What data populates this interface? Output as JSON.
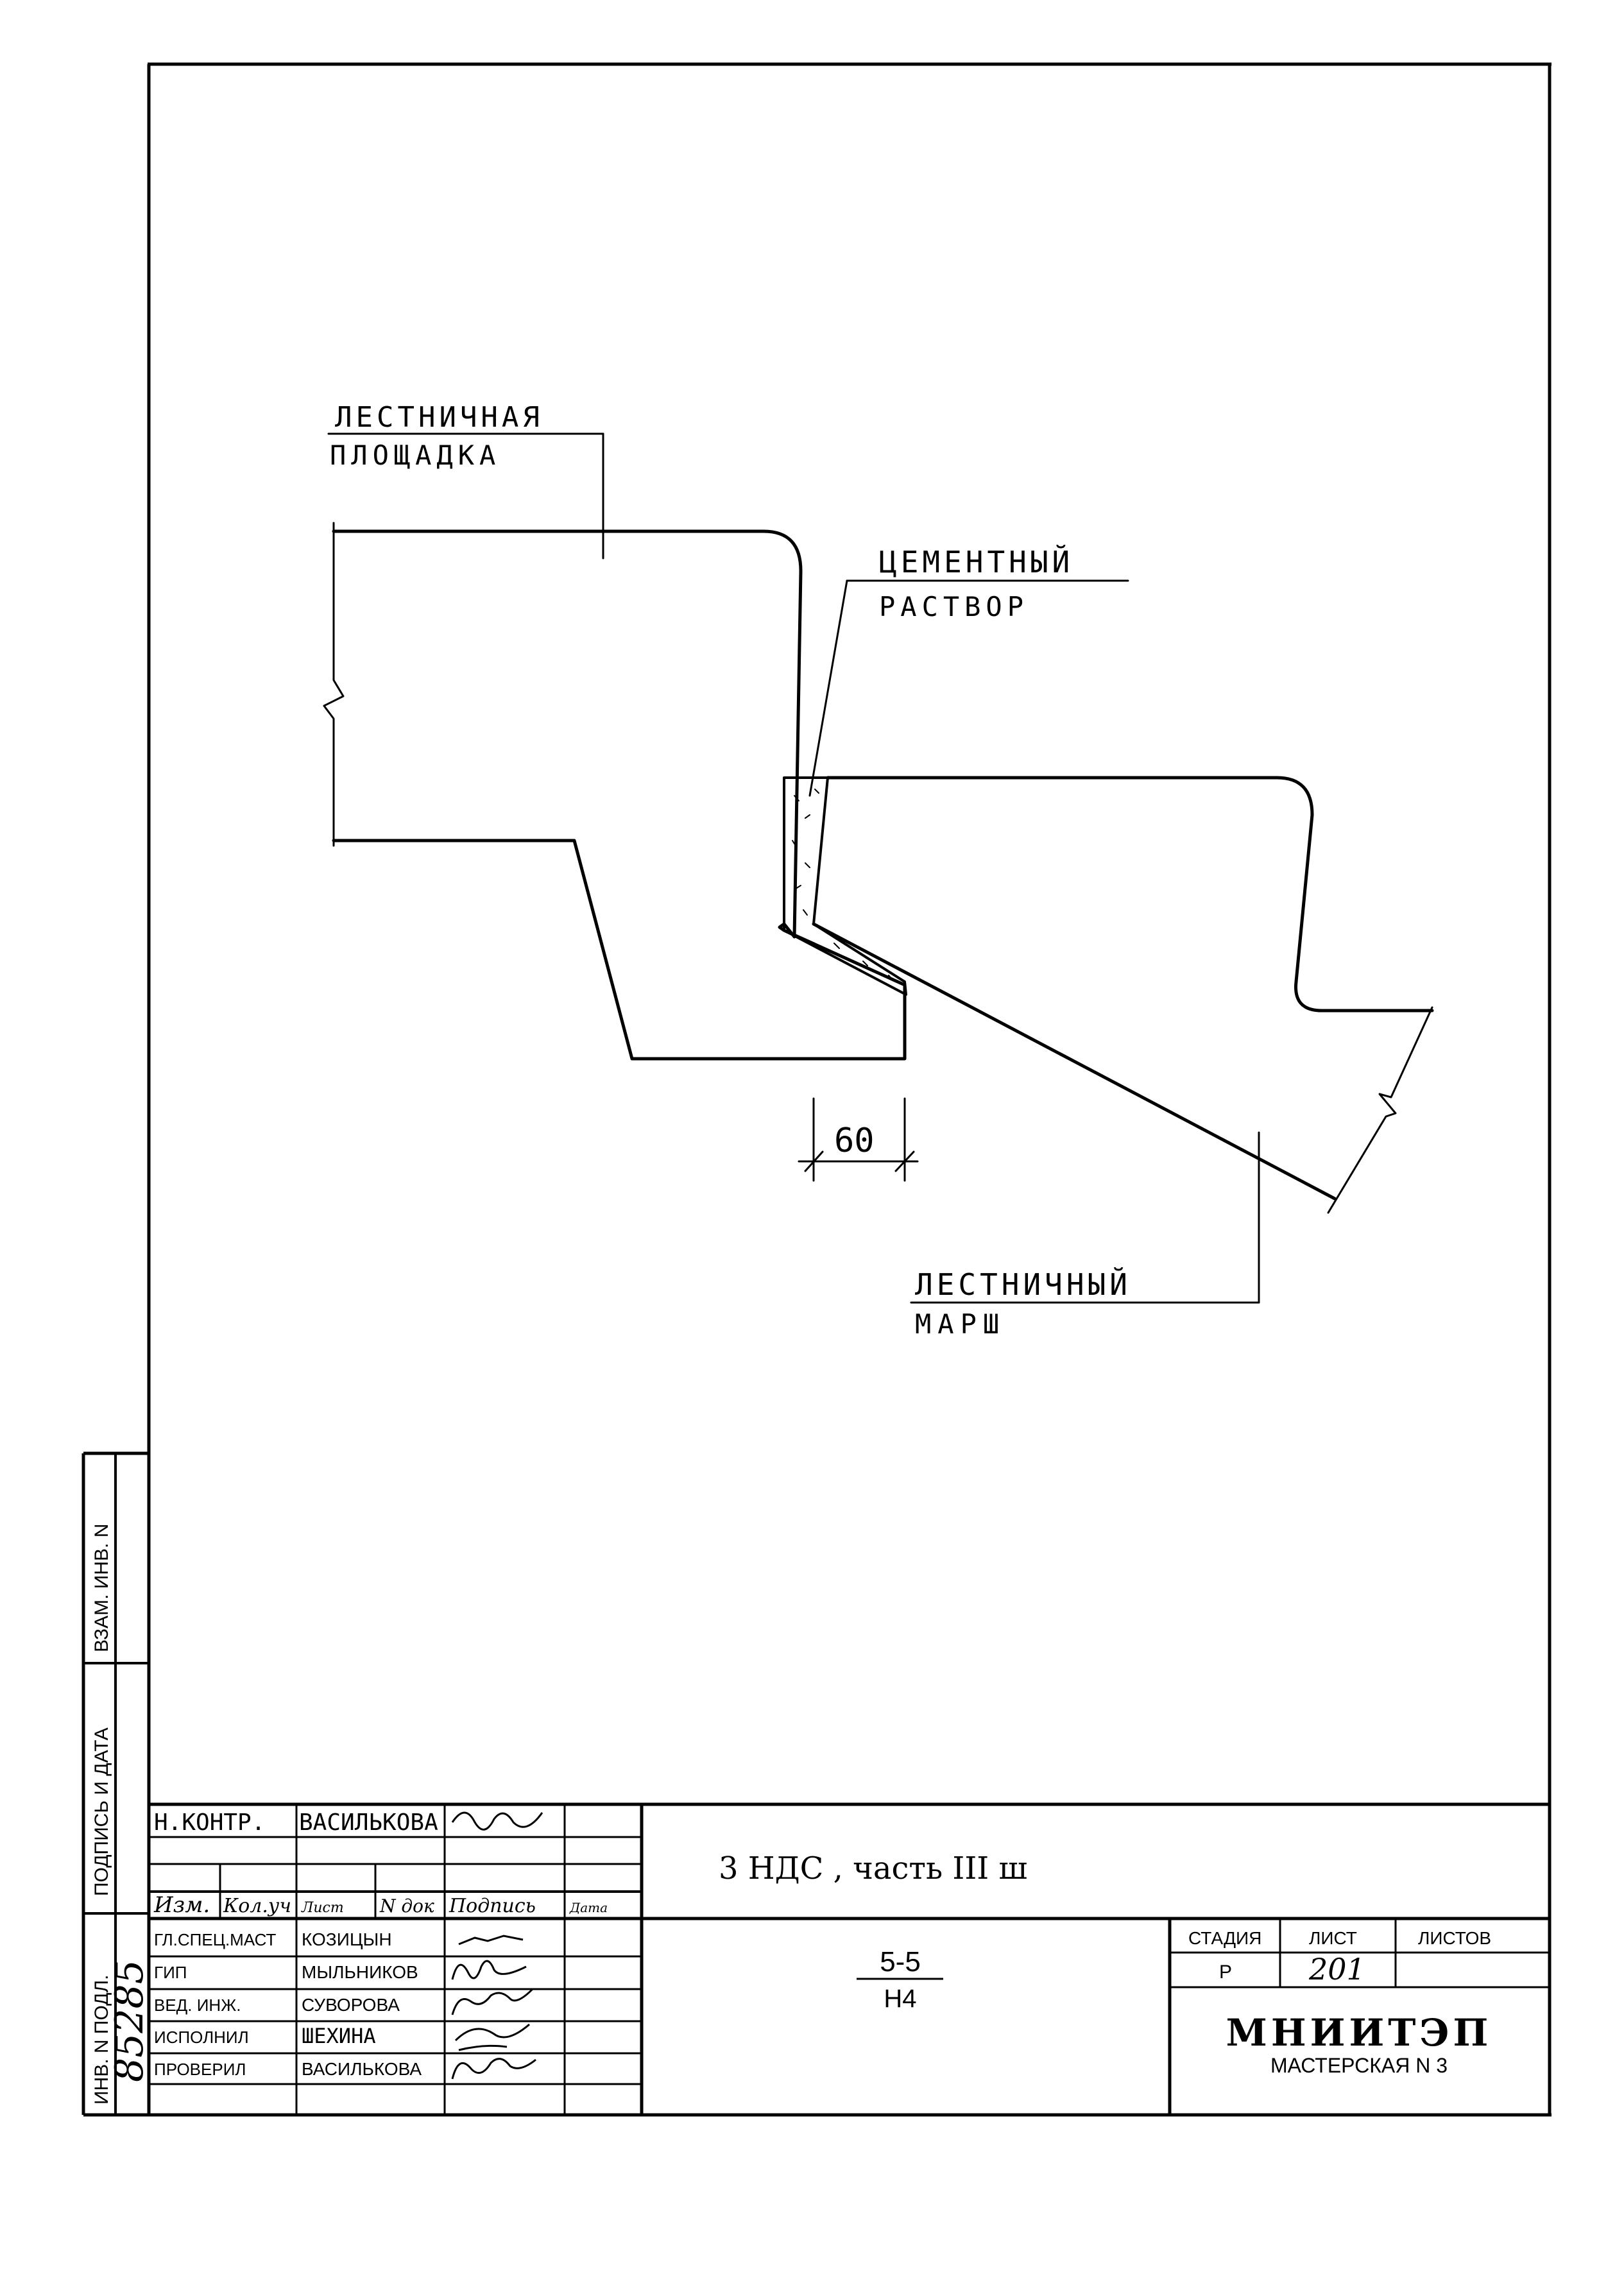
{
  "drawing": {
    "landing_label": [
      "ЛЕСТНИЧНАЯ",
      "ПЛОЩАДКА"
    ],
    "mortar_label": [
      "ЦЕМЕНТНЫЙ",
      "РАСТВОР"
    ],
    "flight_label": [
      "ЛЕСТНИЧНЫЙ",
      "МАРШ"
    ],
    "dimension": "60"
  },
  "side_stamp": {
    "inv_replace": "ВЗАМ. ИНВ. N",
    "sign_date": "ПОДПИСЬ И ДАТА",
    "inv_original": "ИНВ. N ПОДЛ.",
    "inv_number": "85285"
  },
  "title_block": {
    "n_control": {
      "role": "Н.КОНТР.",
      "name": "ВАСИЛЬКОВА"
    },
    "headers": {
      "izm": "Изм.",
      "kol": "Кол.уч",
      "list": "Лист",
      "ndoc": "N док",
      "sign": "Подпись",
      "date": "Дата"
    },
    "people": [
      {
        "role": "ГЛ.СПЕЦ.МАСТ",
        "name": "КОЗИЦЫН"
      },
      {
        "role": "ГИП",
        "name": "МЫЛЬНИКОВ"
      },
      {
        "role": "ВЕД. ИНЖ.",
        "name": "СУВОРОВА"
      },
      {
        "role": "ИСПОЛНИЛ",
        "name": "ШЕХИНА"
      },
      {
        "role": "ПРОВЕРИЛ",
        "name": "ВАСИЛЬКОВА"
      }
    ],
    "project_title": "3 НДС , часть III ш",
    "section_top": "5-5",
    "section_bottom": "Н4",
    "stage_header": "СТАДИЯ",
    "sheet_header": "ЛИСТ",
    "sheets_header": "ЛИСТОВ",
    "stage": "Р",
    "sheet": "201",
    "sheets": "",
    "org": "МНИИТЭП",
    "workshop": "МАСТЕРСКАЯ N 3"
  }
}
